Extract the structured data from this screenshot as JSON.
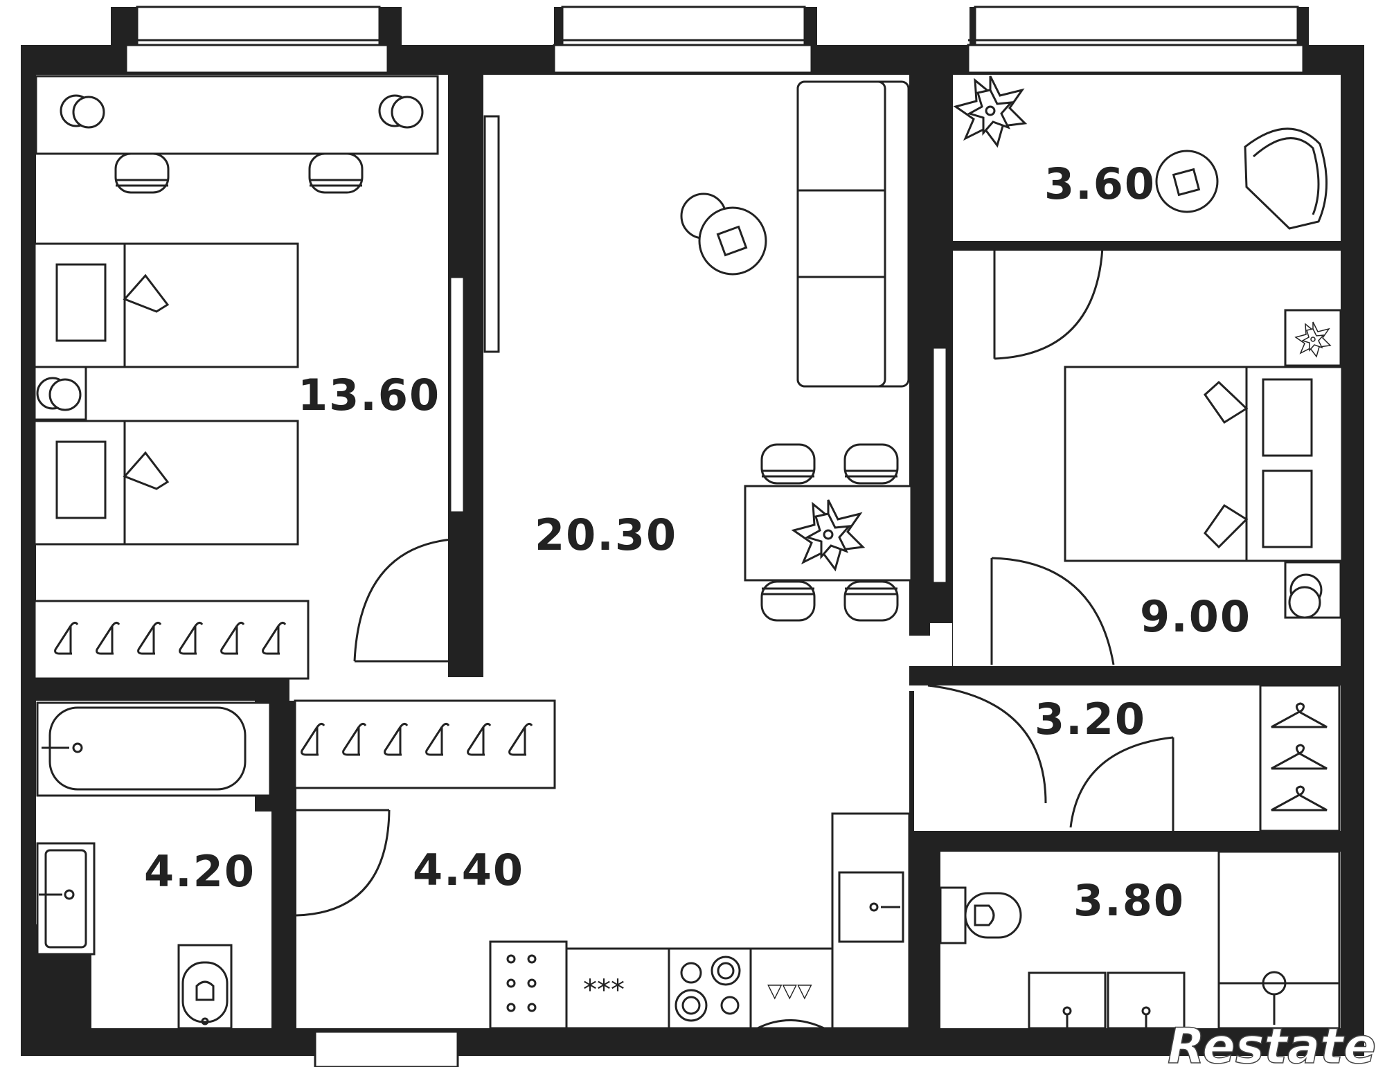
{
  "colors": {
    "wall": "#222222",
    "floor": "#ffffff",
    "line": "#222222"
  },
  "rooms": [
    {
      "id": "bedroom-left",
      "area": "13.60"
    },
    {
      "id": "living-kitchen",
      "area": "20.30"
    },
    {
      "id": "loggia",
      "area": "3.60"
    },
    {
      "id": "bedroom-right",
      "area": "9.00"
    },
    {
      "id": "hallway-right",
      "area": "3.20"
    },
    {
      "id": "bathroom-left",
      "area": "4.20"
    },
    {
      "id": "hallway-entry",
      "area": "4.40"
    },
    {
      "id": "bathroom-right",
      "area": "3.80"
    }
  ],
  "watermark": {
    "text": "Restate"
  }
}
